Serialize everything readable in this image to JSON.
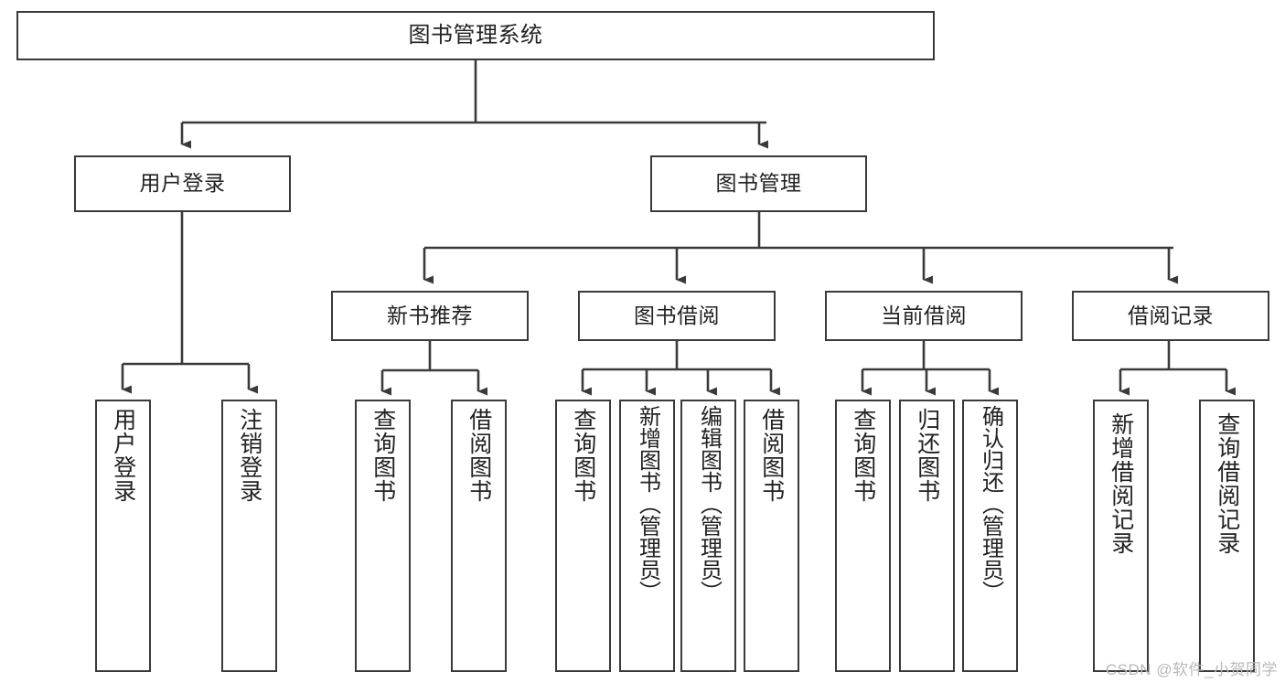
{
  "diagram": {
    "title": "图书管理系统",
    "type": "tree-hierarchy",
    "stroke_color": "#3a3a3a",
    "fill_color": "#ffffff",
    "text_color": "#222222"
  },
  "root": {
    "label": "图书管理系统"
  },
  "level1": [
    {
      "id": "user-login",
      "label": "用户登录"
    },
    {
      "id": "book-manage",
      "label": "图书管理"
    }
  ],
  "level2": [
    {
      "id": "new-book-recommend",
      "label": "新书推荐"
    },
    {
      "id": "book-borrow",
      "label": "图书借阅"
    },
    {
      "id": "current-borrow",
      "label": "当前借阅"
    },
    {
      "id": "borrow-record",
      "label": "借阅记录"
    }
  ],
  "leaves": {
    "user_login": [
      {
        "id": "leaf-user-login",
        "label": "用户登录"
      },
      {
        "id": "leaf-logout-login",
        "label": "注销登录"
      }
    ],
    "new_book_recommend": [
      {
        "id": "leaf-query-book-1",
        "label": "查询图书"
      },
      {
        "id": "leaf-borrow-book-1",
        "label": "借阅图书"
      }
    ],
    "book_borrow": [
      {
        "id": "leaf-query-book-2",
        "label": "查询图书"
      },
      {
        "id": "leaf-add-book-admin",
        "label": "新增图书（管理员）"
      },
      {
        "id": "leaf-edit-book-admin",
        "label": "编辑图书（管理员）"
      },
      {
        "id": "leaf-borrow-book-2",
        "label": "借阅图书"
      }
    ],
    "current_borrow": [
      {
        "id": "leaf-query-book-3",
        "label": "查询图书"
      },
      {
        "id": "leaf-return-book",
        "label": "归还图书"
      },
      {
        "id": "leaf-confirm-return-admin",
        "label": "确认归还（管理员）"
      }
    ],
    "borrow_record": [
      {
        "id": "leaf-add-borrow-record",
        "label": "新增借阅记录"
      },
      {
        "id": "leaf-query-borrow-record",
        "label": "查询借阅记录"
      }
    ]
  },
  "watermark": {
    "text": "CSDN @软件_小贺同学"
  }
}
